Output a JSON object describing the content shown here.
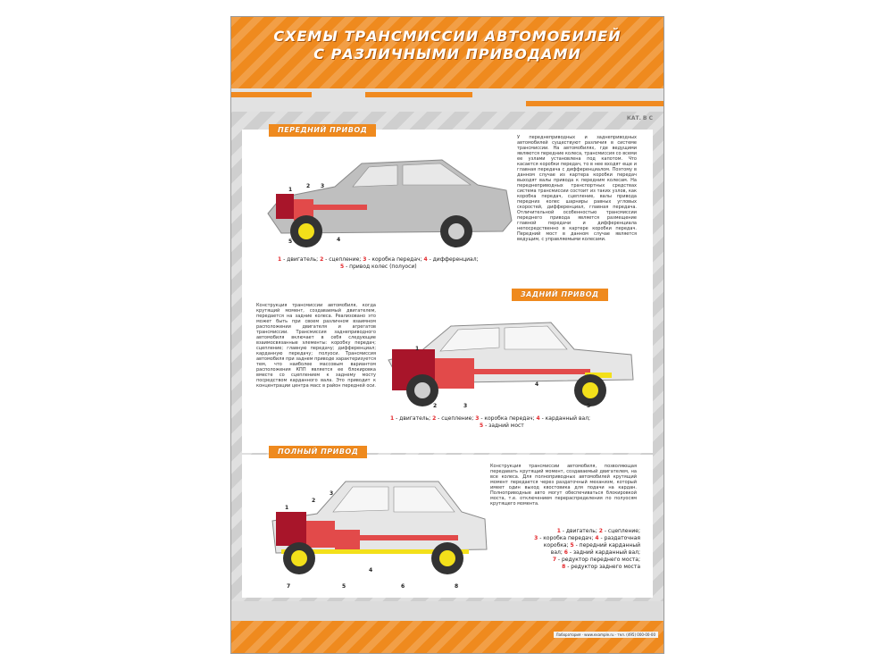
{
  "poster": {
    "title_line1": "СХЕМЫ ТРАНСМИССИИ АВТОМОБИЛЕЙ",
    "title_line2": "С РАЗЛИЧНЫМИ ПРИВОДАМИ",
    "category": "КАТ. В С"
  },
  "front": {
    "heading": "ПЕРЕДНИЙ ПРИВОД",
    "text": "У переднеприводных и заднеприводных автомобилей существуют различия в системе трансмиссии. На автомобилях, где ведущими являются передние колеса, трансмиссия со всеми ее узлами установлена под капотом. Что касается коробки передач, то в нее входят еще и главная передача с дифференциалом. Поэтому в данном случае из картера коробки передач выходят валы привода к передним колесам. На переднеприводных транспортных средствах система трансмиссии состоит из таких узлов, как коробка передач, сцепление, валы привода передних колес шарниры равных угловых скоростей, дифференциал, главная передача. Отличительной особенностью трансмиссии переднего привода является размещение главной передачи и дифференциала непосредственно в картере коробки передач. Передний мост в данном случае является ведущим, с управляемыми колесами.",
    "legend_1": [
      {
        "n": "1",
        "t": " - двигатель; "
      },
      {
        "n": "2",
        "t": " - сцепление; "
      },
      {
        "n": "3",
        "t": " - коробка передач; "
      },
      {
        "n": "4",
        "t": " - дифференциал;"
      }
    ],
    "legend_2": [
      {
        "n": "5",
        "t": " - привод колес (полуоси)"
      }
    ],
    "labels": [
      "1",
      "2",
      "3",
      "4",
      "5"
    ]
  },
  "rear": {
    "heading": "ЗАДНИЙ ПРИВОД",
    "text": "Конструкция трансмиссии автомобиля, когда крутящий момент, создаваемый двигателем, передается на задние колеса. Реализовано это может быть при своем различном взаимном расположении двигателя и агрегатов трансмиссии. Трансмиссия заднеприводного автомобиля включает в себя следующие взаимосвязанные элементы: коробку передач; сцепление; главную передачу; дифференциал; карданную передачу; полуоси. Трансмиссия автомобиля при заднем приводе характеризуется тем, что наиболее массовым вариантом расположения КПП является ее блокировка вместе со сцеплением к заднему мосту посредством карданного вала. Это приводит к концентрации центра масс в район передней оси.",
    "legend_1": [
      {
        "n": "1",
        "t": " - двигатель; "
      },
      {
        "n": "2",
        "t": " - сцепление; "
      },
      {
        "n": "3",
        "t": " - коробка передач; "
      },
      {
        "n": "4",
        "t": " - карданный вал;"
      }
    ],
    "legend_2": [
      {
        "n": "5",
        "t": " - задний мост"
      }
    ],
    "labels": [
      "1",
      "2",
      "3",
      "4",
      "5"
    ]
  },
  "full": {
    "heading": "ПОЛНЫЙ ПРИВОД",
    "text": "Конструкция трансмиссии автомобиля, позволяющая передавать крутящий момент, создаваемый двигателем, на все колеса. Для полноприводных автомобилей крутящий момент передается через раздаточный механизм, который имеет один выход квостовика для подачи на кардан. Полноприводные авто могут обеспечиваться блокировкой моста, т.е. отключением перераспределения по полуосям крутящего момента.",
    "legend": [
      [
        {
          "n": "1",
          "t": " - двигатель; "
        },
        {
          "n": "2",
          "t": " - сцепление;"
        }
      ],
      [
        {
          "n": "3",
          "t": " - коробка передач; "
        },
        {
          "n": "4",
          "t": " - раздаточная"
        }
      ],
      [
        {
          "n": "",
          "t": "коробка; "
        },
        {
          "n": "5",
          "t": " - передний карданный"
        }
      ],
      [
        {
          "n": "",
          "t": "вал; "
        },
        {
          "n": "6",
          "t": " - задний карданный вал;"
        }
      ],
      [
        {
          "n": "7",
          "t": " - редуктор переднего моста;"
        }
      ],
      [
        {
          "n": "8",
          "t": " - редуктор заднего моста"
        }
      ]
    ],
    "labels": [
      "1",
      "2",
      "3",
      "4",
      "5",
      "6",
      "7",
      "8"
    ]
  },
  "footer": {
    "info": "Лаборатория · www.example.ru · тел. (495) 000-00-00"
  },
  "colors": {
    "orange": "#ef8a1e",
    "engine": "#a8152a",
    "transmission": "#e24a4a",
    "wheel_highlight": "#f3e01a"
  }
}
